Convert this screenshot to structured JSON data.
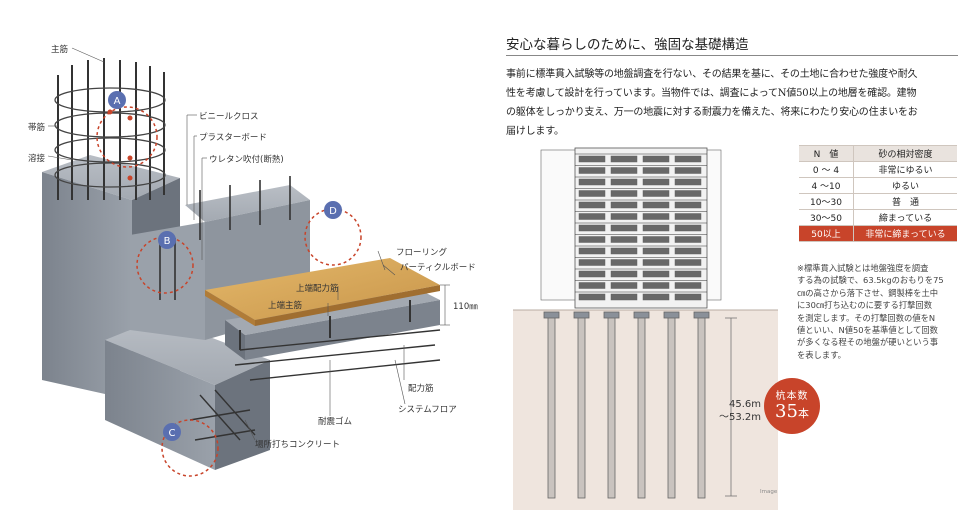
{
  "illustration": {
    "labels": {
      "main_bar": "主筋",
      "hoop": "帯筋",
      "weld": "溶接",
      "vinyl_cloth": "ビニールクロス",
      "plaster_board": "プラスターボード",
      "urethane": "ウレタン吹付(断熱)",
      "flooring": "フローリング",
      "particle_board": "パーティクルボード",
      "top_dist_bar": "上端配力筋",
      "top_main_bar": "上端主筋",
      "thickness": "110㎜",
      "dist_bar": "配力筋",
      "rubber": "耐震ゴム",
      "system_floor": "システムフロア",
      "cast_concrete": "場所打ちコンクリート"
    },
    "markers": [
      "A",
      "B",
      "C",
      "D"
    ]
  },
  "heading": "安心な暮らしのために、強固な基礎構造",
  "body_lines": [
    "事前に標準貫入試験等の地盤調査を行ない、その結果を基に、その土地に合わせた強度や耐久",
    "性を考慮して設計を行っています。当物件では、調査によってN値50以上の地層を確認。建物",
    "の躯体をしっかり支え、万一の地震に対する耐震力を備えた、将来にわたり安心の住まいをお",
    "届けします。"
  ],
  "n_table": {
    "headers": [
      "N　値",
      "砂の相対密度"
    ],
    "rows": [
      [
        "0 〜 4",
        "非常にゆるい"
      ],
      [
        "4 〜10",
        "ゆるい"
      ],
      [
        "10〜30",
        "普　通"
      ],
      [
        "30〜50",
        "締まっている"
      ],
      [
        "50以上",
        "非常に締まっている"
      ]
    ],
    "highlight_row": 4
  },
  "note_lines": [
    "※標準貫入試験とは地盤強度を調査",
    "する為の試験で、63.5kgのおもりを75",
    "㎝の高さから落下させ、鋼製棒を土中",
    "に30㎝打ち込むのに要する打撃回数",
    "を測定します。その打撃回数の値をN",
    "値といい、N値50を基準値として回数",
    "が多くなる程その地盤が硬いという事",
    "を表します。"
  ],
  "depth": {
    "line1": "45.6m",
    "line2": "〜53.2m"
  },
  "pile_badge": {
    "title": "杭本数",
    "count": "35",
    "unit": "本"
  },
  "image_note": "Image",
  "colors": {
    "accent": "#c8442a",
    "concrete": "#8a9099",
    "wood": "#d8a956",
    "ground": "#eee3dc"
  }
}
